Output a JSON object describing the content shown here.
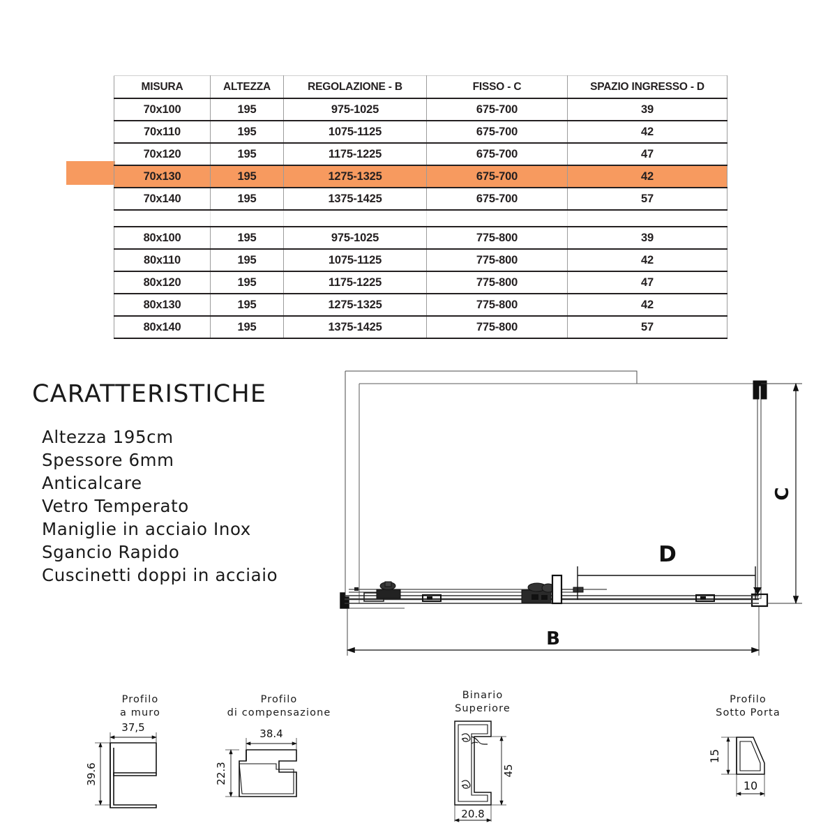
{
  "table": {
    "headers": [
      "MISURA",
      "ALTEZZA",
      "REGOLAZIONE - B",
      "FISSO - C",
      "SPAZIO INGRESSO - D"
    ],
    "highlight_color": "#F79A5F",
    "groups": [
      {
        "rows": [
          {
            "misura": "70x100",
            "altezza": "195",
            "regolazione": "975-1025",
            "fisso": "675-700",
            "spazio": "39",
            "highlighted": false
          },
          {
            "misura": "70x110",
            "altezza": "195",
            "regolazione": "1075-1125",
            "fisso": "675-700",
            "spazio": "42",
            "highlighted": false
          },
          {
            "misura": "70x120",
            "altezza": "195",
            "regolazione": "1175-1225",
            "fisso": "675-700",
            "spazio": "47",
            "highlighted": false
          },
          {
            "misura": "70x130",
            "altezza": "195",
            "regolazione": "1275-1325",
            "fisso": "675-700",
            "spazio": "42",
            "highlighted": true
          },
          {
            "misura": "70x140",
            "altezza": "195",
            "regolazione": "1375-1425",
            "fisso": "675-700",
            "spazio": "57",
            "highlighted": false
          }
        ]
      },
      {
        "rows": [
          {
            "misura": "80x100",
            "altezza": "195",
            "regolazione": "975-1025",
            "fisso": "775-800",
            "spazio": "39",
            "highlighted": false
          },
          {
            "misura": "80x110",
            "altezza": "195",
            "regolazione": "1075-1125",
            "fisso": "775-800",
            "spazio": "42",
            "highlighted": false
          },
          {
            "misura": "80x120",
            "altezza": "195",
            "regolazione": "1175-1225",
            "fisso": "775-800",
            "spazio": "47",
            "highlighted": false
          },
          {
            "misura": "80x130",
            "altezza": "195",
            "regolazione": "1275-1325",
            "fisso": "775-800",
            "spazio": "42",
            "highlighted": false
          },
          {
            "misura": "80x140",
            "altezza": "195",
            "regolazione": "1375-1425",
            "fisso": "775-800",
            "spazio": "57",
            "highlighted": false
          }
        ]
      }
    ]
  },
  "features": {
    "title": "CARATTERISTICHE",
    "items": [
      "Altezza 195cm",
      "Spessore 6mm",
      "Anticalcare",
      "Vetro Temperato",
      "Maniglie in acciaio Inox",
      "Sgancio Rapido",
      "Cuscinetti doppi in acciaio"
    ]
  },
  "plan": {
    "dimension_b": "B",
    "dimension_c": "C",
    "dimension_d": "D"
  },
  "profiles": [
    {
      "id": "profilo-a-muro",
      "caption_line1": "Profilo",
      "caption_line2": "a muro",
      "width_label": "37,5",
      "height_label": "39.6"
    },
    {
      "id": "profilo-di-compensazione",
      "caption_line1": "Profilo",
      "caption_line2": "di compensazione",
      "width_label": "38.4",
      "height_label": "22.3"
    },
    {
      "id": "binario-superiore",
      "caption_line1": "Binario",
      "caption_line2": "Superiore",
      "width_label": "20.8",
      "height_label": "45"
    },
    {
      "id": "profilo-sotto-porta",
      "caption_line1": "Profilo",
      "caption_line2": "Sotto Porta",
      "width_label": "10",
      "height_label": "15"
    }
  ]
}
